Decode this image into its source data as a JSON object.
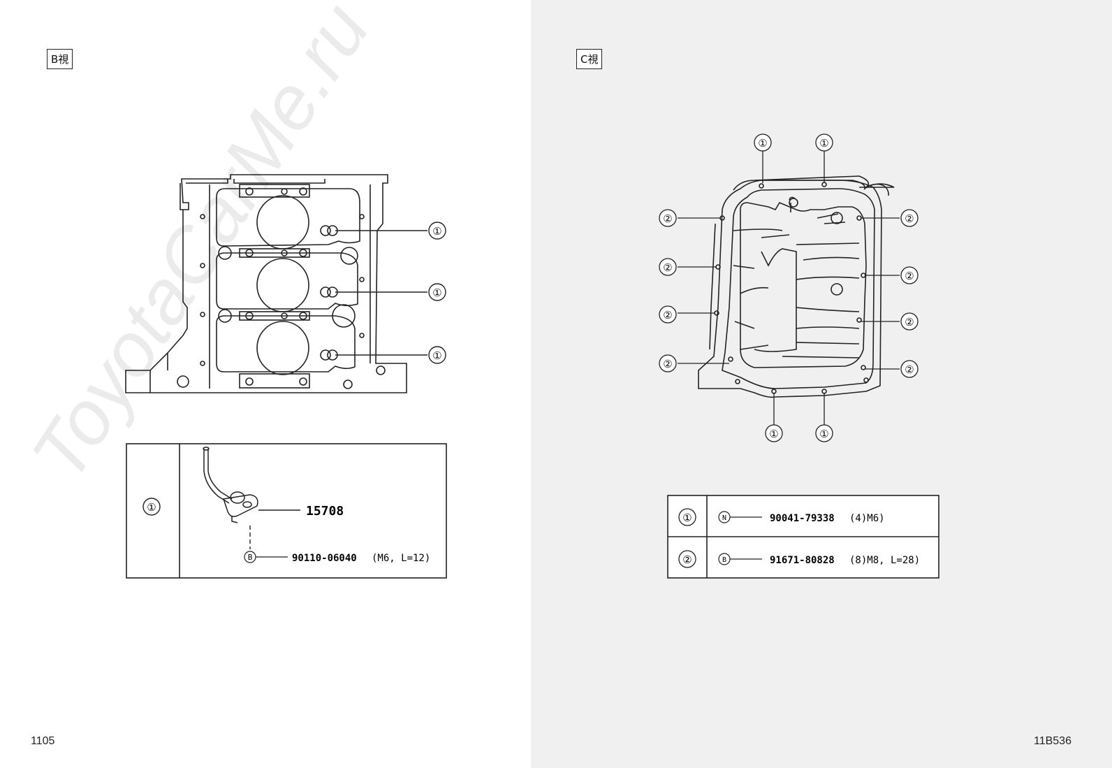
{
  "left_page": {
    "view_label": "B視",
    "page_number": "1105",
    "callouts": [
      "①",
      "①",
      "①"
    ],
    "table": {
      "key": "①",
      "part_number": "15708",
      "fastener_symbol": "B",
      "fastener_part": "90110-06040",
      "fastener_spec": "(M6, L=12)"
    }
  },
  "right_page": {
    "view_label": "C視",
    "page_number": "11B536",
    "callouts_top": [
      "①",
      "①"
    ],
    "callouts_left": [
      "②",
      "②",
      "②",
      "②"
    ],
    "callouts_right": [
      "②",
      "②",
      "②",
      "②"
    ],
    "callouts_bottom": [
      "①",
      "①"
    ],
    "table": [
      {
        "key": "①",
        "symbol": "N",
        "part": "90041-79338",
        "qty_spec": "(4)M6)"
      },
      {
        "key": "②",
        "symbol": "B",
        "part": "91671-80828",
        "qty_spec": "(8)M8, L=28)"
      }
    ]
  },
  "watermark": "ToyotaCarMe.ru"
}
